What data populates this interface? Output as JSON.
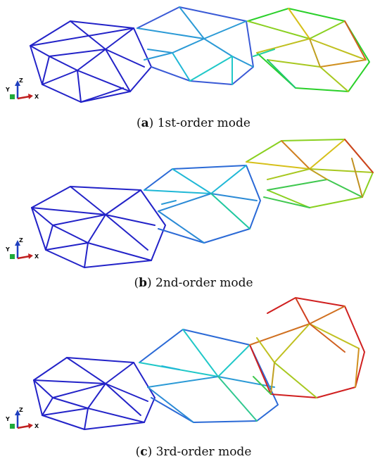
{
  "figure": {
    "panels": [
      {
        "id": "a",
        "letter": "a",
        "caption": "1st-order mode"
      },
      {
        "id": "b",
        "letter": "b",
        "caption": "2nd-order mode"
      },
      {
        "id": "c",
        "letter": "c",
        "caption": "3rd-order mode"
      }
    ],
    "axes": {
      "y": "Y",
      "z": "Z",
      "x": "X"
    },
    "colors": {
      "low": "#2323c8",
      "cyan": "#1ad6d6",
      "green": "#3ad03a",
      "yellow": "#d6d61a",
      "high": "#d02020",
      "axis_z": "#1f3fbf",
      "axis_x": "#c02020",
      "axis_origin": "#1faa3a"
    }
  }
}
